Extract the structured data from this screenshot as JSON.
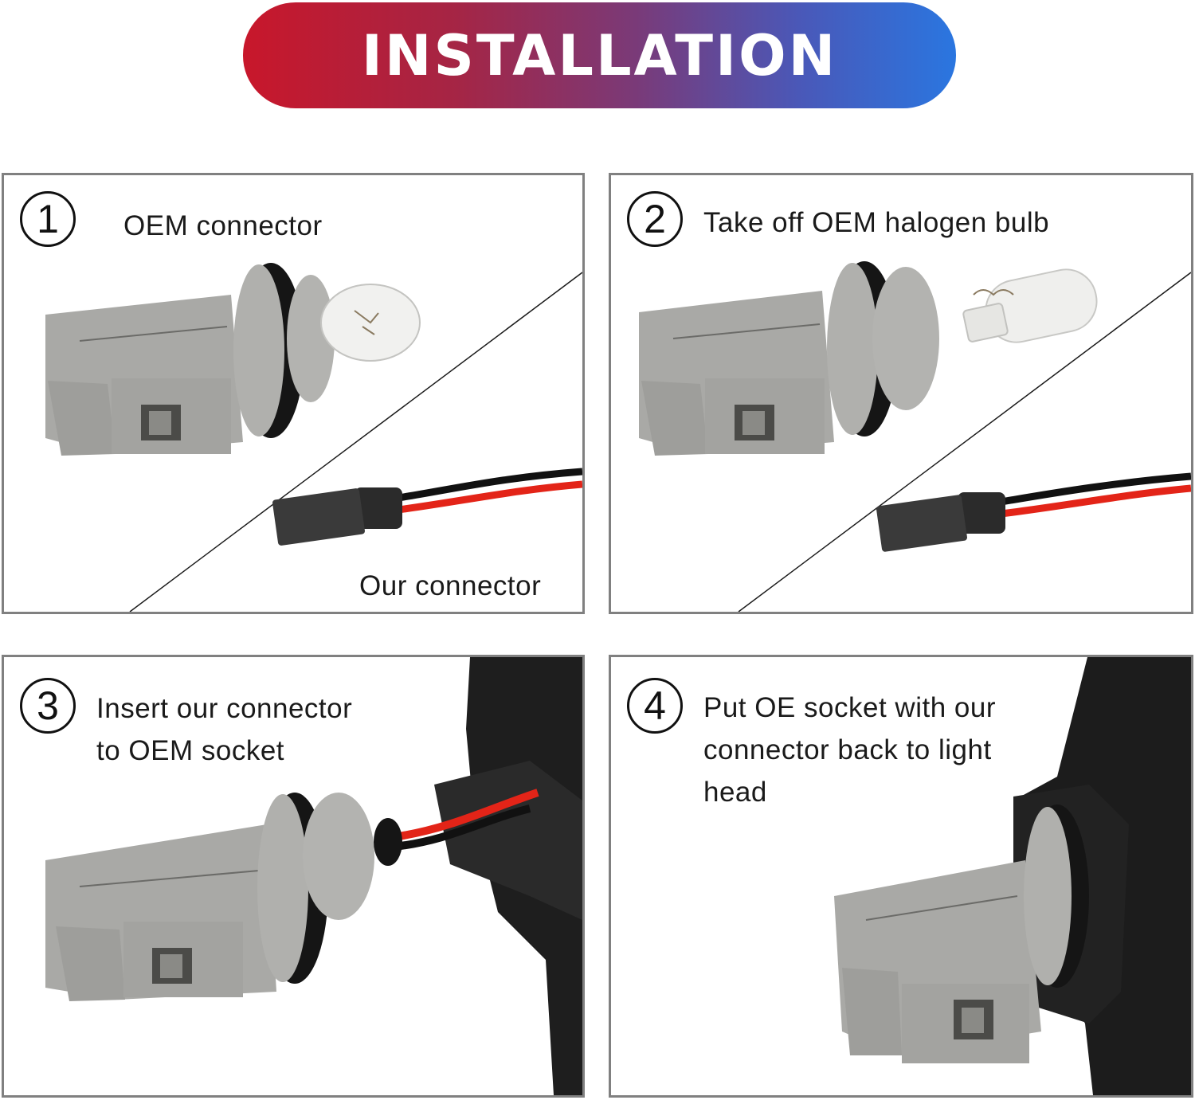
{
  "banner": {
    "title": "INSTALLATION",
    "gradient_start": "#c8172b",
    "gradient_end": "#2a76e0"
  },
  "steps": [
    {
      "number": "1",
      "captions": [
        "OEM connector",
        "Our connector"
      ]
    },
    {
      "number": "2",
      "captions": [
        "Take off OEM halogen bulb"
      ]
    },
    {
      "number": "3",
      "captions": [
        "Insert our connector",
        "to OEM socket"
      ]
    },
    {
      "number": "4",
      "captions": [
        "Put OE socket with our",
        "connector back to light",
        "head"
      ]
    }
  ],
  "colors": {
    "socket_gray": "#a9a9a6",
    "socket_ring": "#151515",
    "wire_red": "#e32418",
    "wire_black": "#111111",
    "housing_black": "#1e1e1e",
    "panel_border": "#808080"
  }
}
